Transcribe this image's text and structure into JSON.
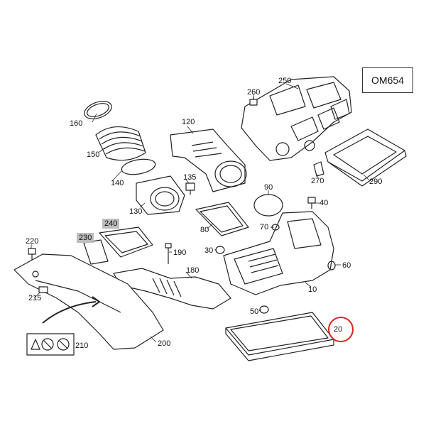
{
  "engine_code": "OM654",
  "highlight": {
    "label": "20",
    "color": "#e0241b"
  },
  "callouts": [
    {
      "id": "250",
      "label": "250"
    },
    {
      "id": "260",
      "label": "260"
    },
    {
      "id": "160",
      "label": "160"
    },
    {
      "id": "120",
      "label": "120"
    },
    {
      "id": "150",
      "label": "150"
    },
    {
      "id": "290",
      "label": "290"
    },
    {
      "id": "270",
      "label": "270"
    },
    {
      "id": "140",
      "label": "140"
    },
    {
      "id": "135",
      "label": "135"
    },
    {
      "id": "90",
      "label": "90"
    },
    {
      "id": "130",
      "label": "130"
    },
    {
      "id": "40",
      "label": "40"
    },
    {
      "id": "80",
      "label": "80"
    },
    {
      "id": "240",
      "label": "240"
    },
    {
      "id": "230",
      "label": "230"
    },
    {
      "id": "70",
      "label": "70"
    },
    {
      "id": "220",
      "label": "220"
    },
    {
      "id": "190",
      "label": "190"
    },
    {
      "id": "30",
      "label": "30"
    },
    {
      "id": "60",
      "label": "60"
    },
    {
      "id": "180",
      "label": "180"
    },
    {
      "id": "215",
      "label": "215"
    },
    {
      "id": "10",
      "label": "10"
    },
    {
      "id": "50",
      "label": "50"
    },
    {
      "id": "210",
      "label": "210"
    },
    {
      "id": "200",
      "label": "200"
    }
  ],
  "colors": {
    "line": "#222222",
    "label_box": "#bdbdbd"
  },
  "icons": [
    "air-filter-housing",
    "intake-hose",
    "resonator",
    "engine-cover",
    "warning-symbols"
  ]
}
